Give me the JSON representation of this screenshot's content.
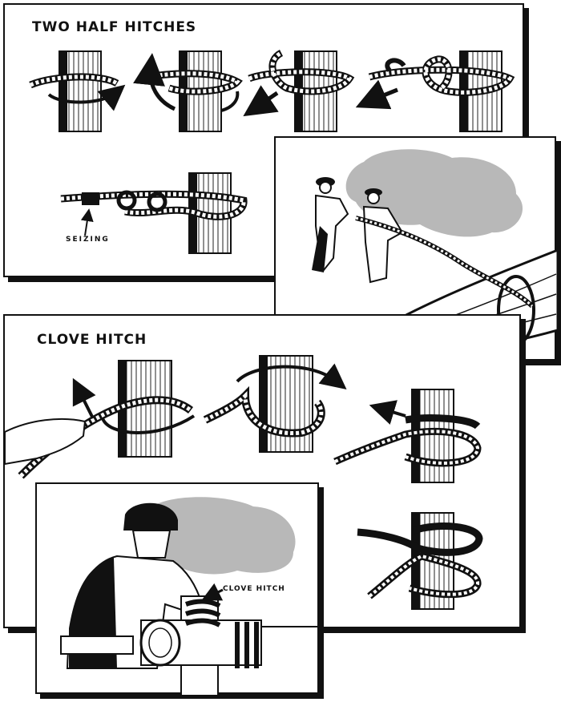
{
  "two_half_hitches": {
    "title": "TWO HALF HITCHES",
    "seizing_label": "SEIZING"
  },
  "clove_hitch": {
    "title": "CLOVE HITCH",
    "inset_label": "CLOVE HITCH"
  },
  "colors": {
    "ink": "#111111",
    "cloud_gray": "#b8b8b8",
    "paper": "#ffffff"
  }
}
